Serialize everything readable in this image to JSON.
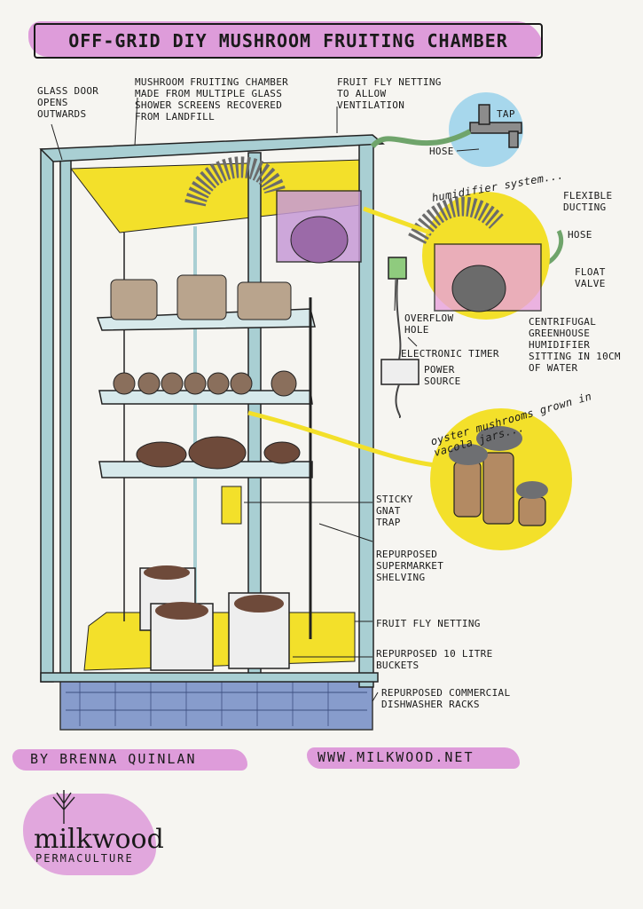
{
  "title": "OFF-GRID DIY MUSHROOM FRUITING CHAMBER",
  "labels": {
    "glass_door": "GLASS DOOR\nOPENS\nOUTWARDS",
    "chamber": "MUSHROOM FRUITING CHAMBER\nMADE FROM MULTIPLE GLASS\nSHOWER SCREENS RECOVERED\nFROM LANDFILL",
    "fly_netting_top": "FRUIT FLY NETTING\nTO ALLOW\nVENTILATION",
    "tap": "TAP",
    "hose_top": "HOSE",
    "humidifier_system": "humidifier system...",
    "flexible_ducting": "FLEXIBLE\nDUCTING",
    "hose_right": "HOSE",
    "float_valve": "FLOAT\nVALVE",
    "overflow_hole": "OVERFLOW\nHOLE",
    "centrifugal": "CENTRIFUGAL\nGREENHOUSE\nHUMIDIFIER\nSITTING IN 10CM\nOF WATER",
    "electronic_timer": "ELECTRONIC TIMER",
    "power_source": "POWER\nSOURCE",
    "oyster": "oyster mushrooms grown in vacola jars...",
    "sticky_trap": "STICKY\nGNAT\nTRAP",
    "shelving": "REPURPOSED\nSUPERMARKET\nSHELVING",
    "fly_netting_bottom": "FRUIT FLY NETTING",
    "buckets": "REPURPOSED 10 LITRE\nBUCKETS",
    "dishwasher": "REPURPOSED COMMERCIAL\nDISHWASHER RACKS"
  },
  "footer": {
    "author": "BY BRENNA QUINLAN",
    "website": "WWW.MILKWOOD.NET"
  },
  "logo": {
    "name": "milkwood",
    "sub": "PERMACULTURE"
  },
  "colors": {
    "highlight_pink": "#d98cd6",
    "frame_blue": "#a9cfd3",
    "yellow": "#f3e02a",
    "rack_blue": "#7b93c9"
  }
}
